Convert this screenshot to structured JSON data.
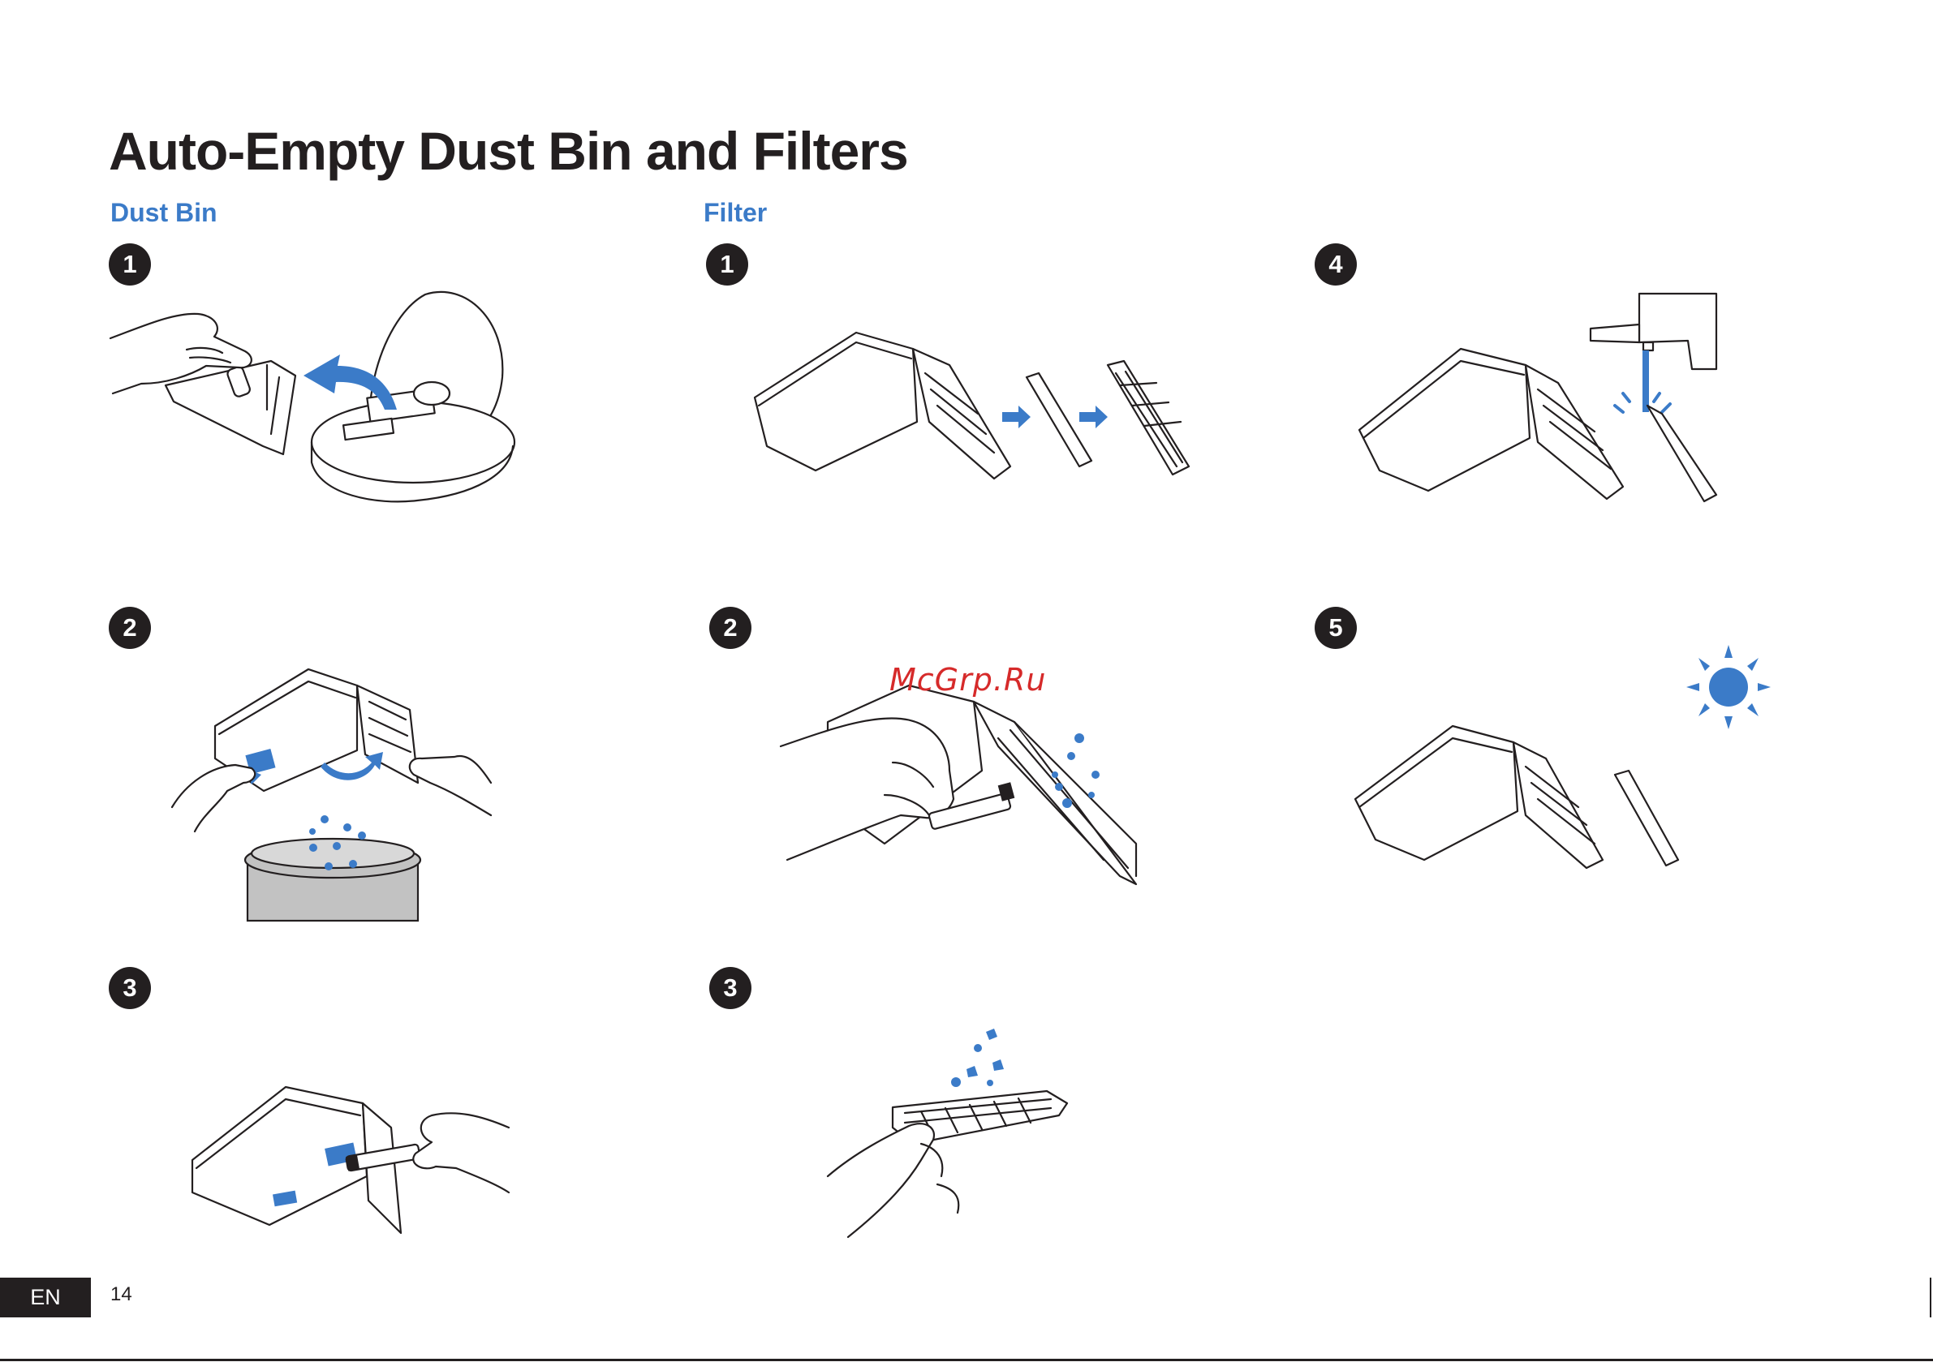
{
  "page": {
    "title": "Auto-Empty Dust Bin and Filters",
    "language": "EN",
    "page_number": "14",
    "watermark": "McGrp.Ru"
  },
  "sections": {
    "dust_bin": "Dust Bin",
    "filter": "Filter"
  },
  "steps": {
    "dust_bin": [
      "1",
      "2",
      "3"
    ],
    "filter_col1": [
      "1",
      "2",
      "3"
    ],
    "filter_col2": [
      "4",
      "5"
    ]
  },
  "colors": {
    "accent": "#3b7bc8",
    "text": "#231f20",
    "watermark": "#d62a2a"
  },
  "icons": [
    "hand-icon",
    "robot-vacuum-icon",
    "dust-bin-icon",
    "filter-icon",
    "arrow-icon",
    "faucet-icon",
    "sun-icon",
    "trash-can-icon",
    "brush-icon"
  ]
}
